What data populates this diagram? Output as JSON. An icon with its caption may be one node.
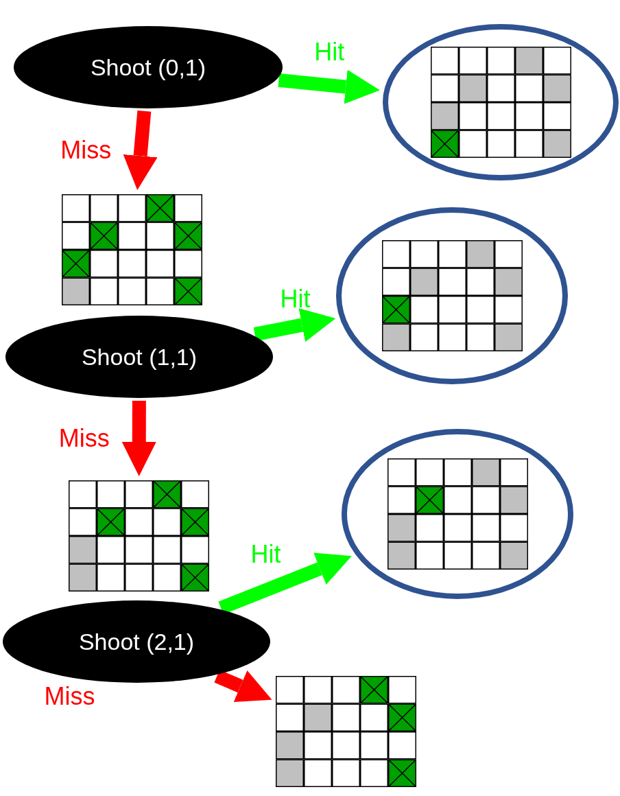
{
  "diagram": {
    "nodes": [
      {
        "text": [
          "Shoot (0,1)"
        ]
      },
      {
        "text": [],
        "shape": "ellipse"
      },
      {
        "text": [],
        "shape": "grid",
        "in": 1
      },
      {
        "text": [],
        "shape": "grid"
      },
      {
        "text": [],
        "shape": "ellipse"
      },
      {
        "text": [],
        "shape": "grid",
        "in": 4
      },
      {
        "text": [
          "Shoot (1,1)"
        ]
      },
      {
        "text": [],
        "shape": "grid"
      },
      {
        "text": [],
        "shape": "ellipse"
      },
      {
        "text": [],
        "shape": "grid",
        "in": 8
      },
      {
        "text": [
          "Shoot (2,1)"
        ]
      },
      {
        "text": [],
        "shape": "grid"
      }
    ],
    "edges": [
      {
        "from": 0,
        "to": 1,
        "arrow": "to",
        "label": "Hit",
        "color": "#00ff00"
      },
      {
        "from": 0,
        "to": 3,
        "arrow": "to",
        "label": "Miss",
        "color": "#ff0000"
      },
      {
        "from": 6,
        "to": 4,
        "arrow": "to",
        "label": "Hit",
        "color": "#00ff00"
      },
      {
        "from": 6,
        "to": 7,
        "arrow": "to",
        "label": "Miss",
        "color": "#ff0000"
      },
      {
        "from": 10,
        "to": 8,
        "arrow": "to",
        "label": "Hit",
        "color": "#00ff00"
      },
      {
        "from": 10,
        "to": 11,
        "arrow": "to",
        "label": "Miss",
        "color": "#ff0000"
      }
    ]
  }
}
